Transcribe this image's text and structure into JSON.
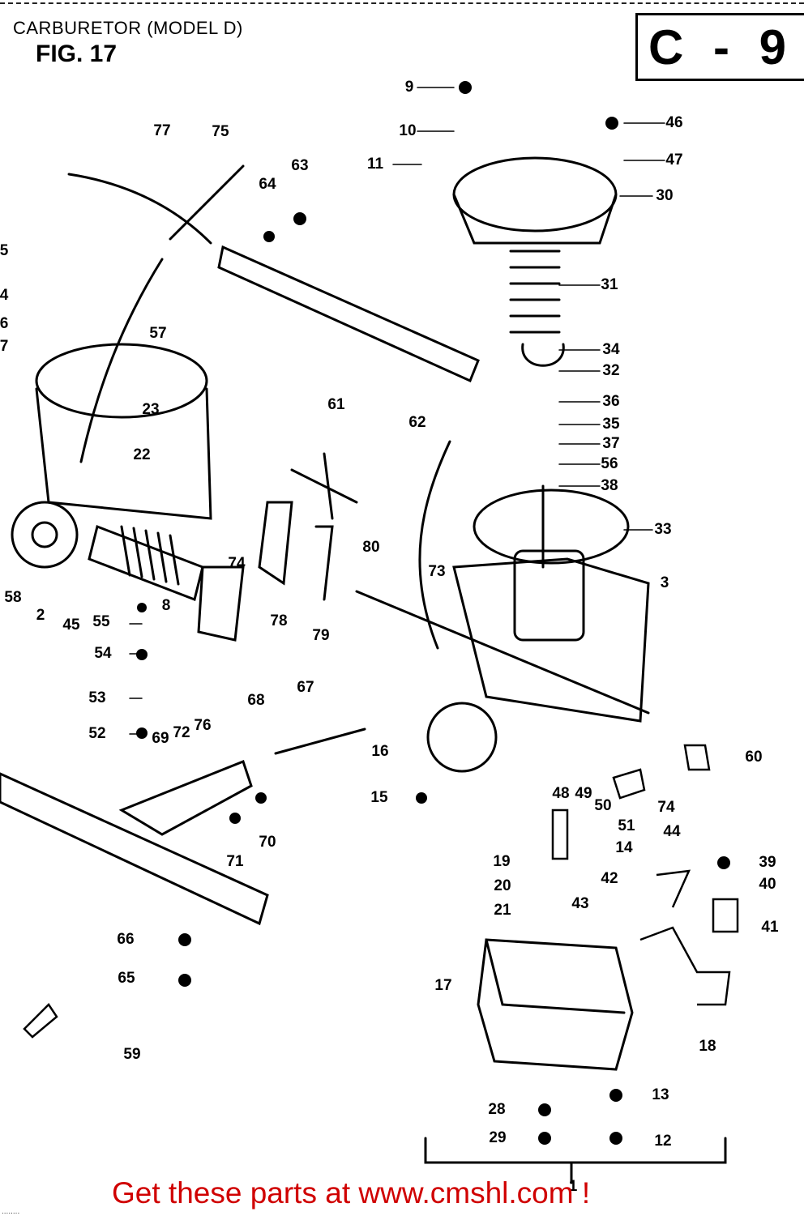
{
  "header": {
    "title": "CARBURETOR (MODEL D)",
    "figure": "FIG. 17",
    "code": "C - 9"
  },
  "labels": [
    "9",
    "10",
    "11",
    "46",
    "47",
    "30",
    "31",
    "34",
    "32",
    "36",
    "35",
    "37",
    "56",
    "38",
    "33",
    "3",
    "77",
    "75",
    "63",
    "64",
    "5",
    "4",
    "6",
    "7",
    "57",
    "23",
    "22",
    "61",
    "62",
    "58",
    "2",
    "45",
    "8",
    "74",
    "55",
    "54",
    "78",
    "79",
    "80",
    "73",
    "53",
    "52",
    "69",
    "72",
    "76",
    "68",
    "67",
    "16",
    "15",
    "48",
    "49",
    "50",
    "51",
    "60",
    "74",
    "71",
    "70",
    "19",
    "20",
    "21",
    "14",
    "42",
    "43",
    "44",
    "39",
    "40",
    "41",
    "66",
    "65",
    "59",
    "17",
    "18",
    "13",
    "28",
    "29",
    "12",
    "1"
  ],
  "footer": {
    "cta": "Get these parts at www.cmshl.com !",
    "stamp": "........"
  }
}
